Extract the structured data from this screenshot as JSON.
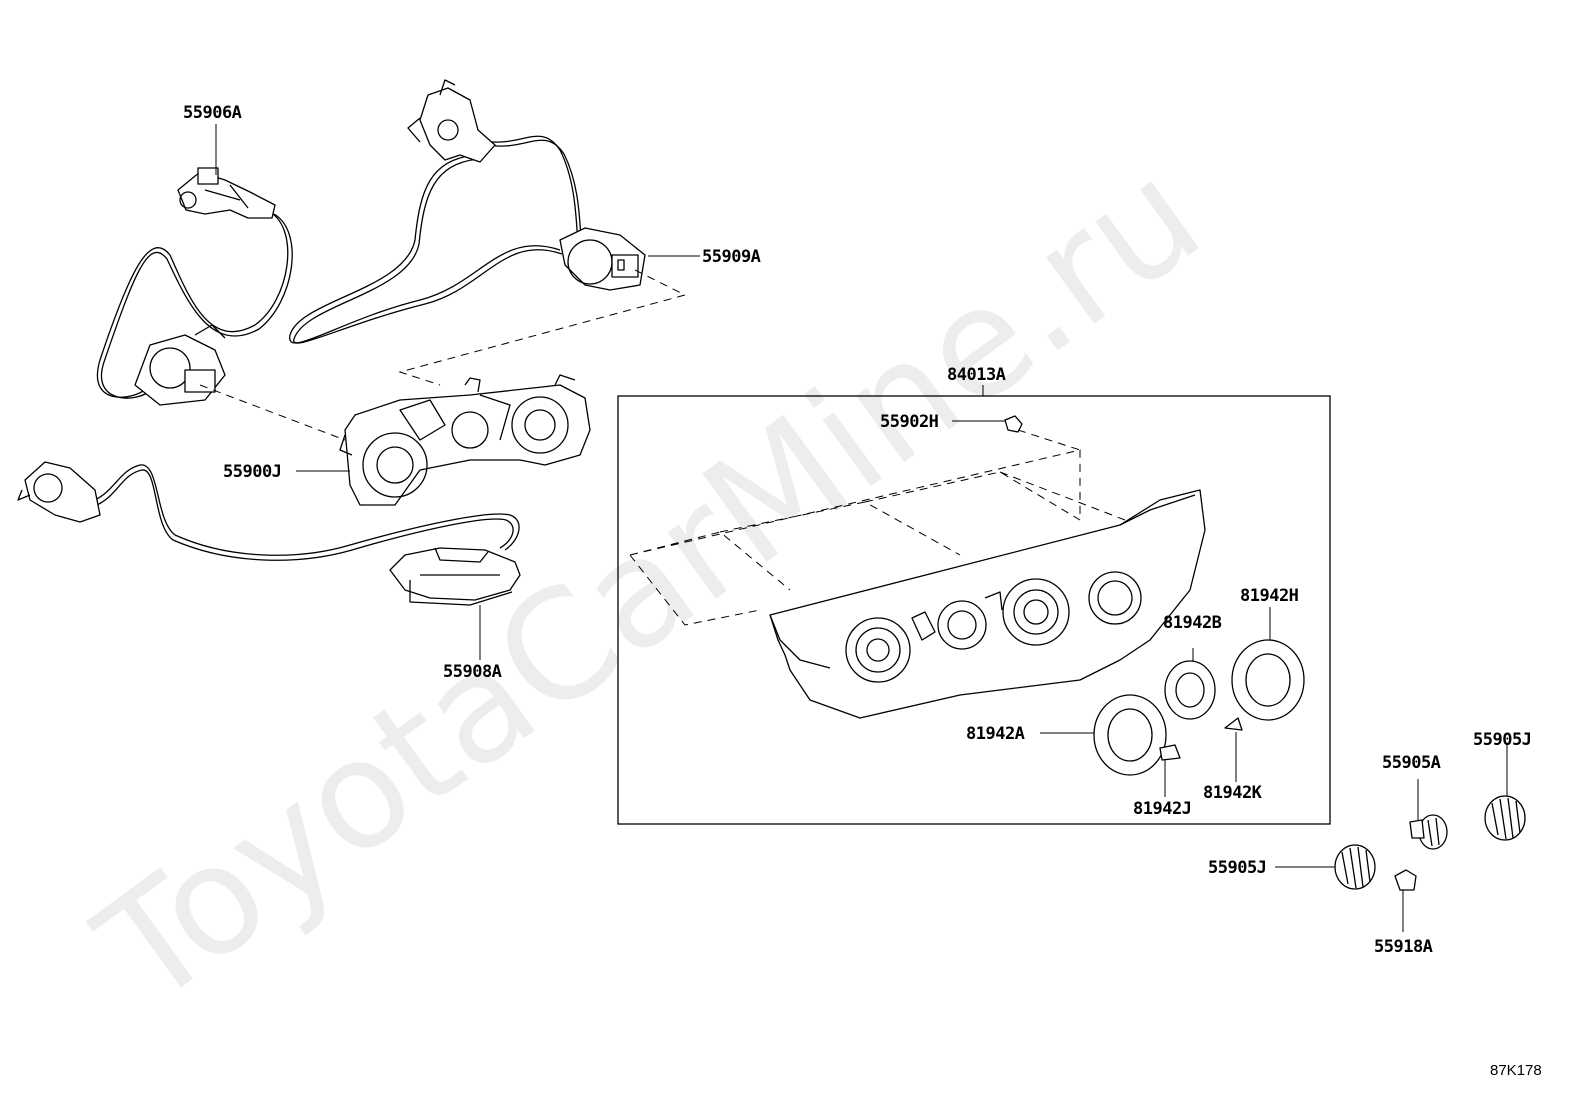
{
  "diagram": {
    "watermark": "ToyotaCarMine.ru",
    "drawing_code": "87K178",
    "labels": {
      "p55906A": "55906A",
      "p55909A": "55909A",
      "p55900J": "55900J",
      "p55908A": "55908A",
      "p84013A": "84013A",
      "p55902H": "55902H",
      "p81942H": "81942H",
      "p81942B": "81942B",
      "p81942A": "81942A",
      "p81942J": "81942J",
      "p81942K": "81942K",
      "p55905A": "55905A",
      "p55905J_right": "55905J",
      "p55905J_left": "55905J",
      "p55918A": "55918A"
    }
  }
}
